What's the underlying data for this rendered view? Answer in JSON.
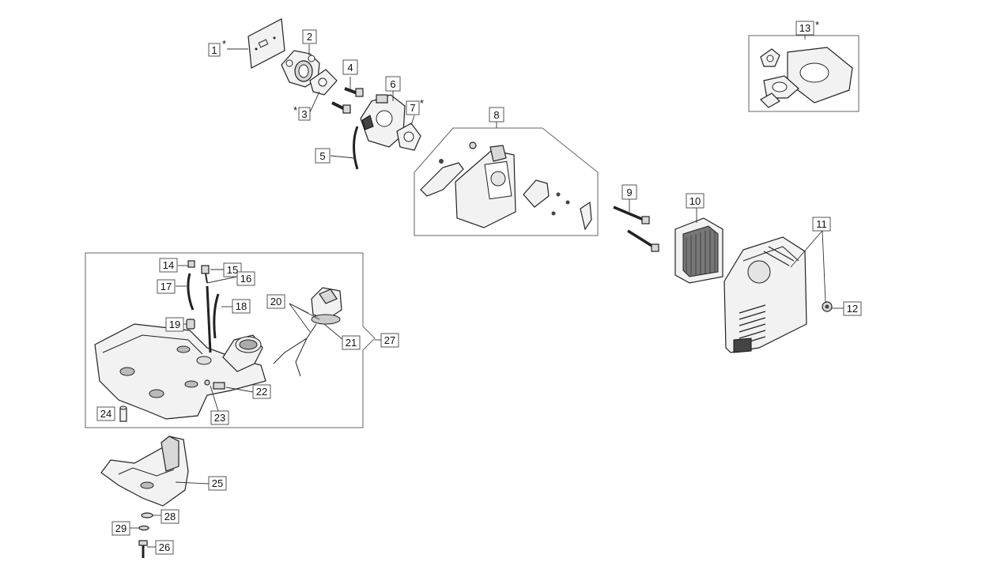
{
  "diagram": {
    "labels": {
      "l1": "1",
      "l1s": "*",
      "l2": "2",
      "l3": "3",
      "l3s": "*",
      "l4": "4",
      "l5": "5",
      "l6": "6",
      "l7": "7",
      "l7s": "*",
      "l8": "8",
      "l9": "9",
      "l10": "10",
      "l11": "11",
      "l12": "12",
      "l13": "13",
      "l13s": "*",
      "l14": "14",
      "l15": "15",
      "l16": "16",
      "l17": "17",
      "l18": "18",
      "l19": "19",
      "l20": "20",
      "l21": "21",
      "l22": "22",
      "l23": "23",
      "l24": "24",
      "l25": "25",
      "l26": "26",
      "l27": "27",
      "l28": "28",
      "l29": "29"
    }
  }
}
